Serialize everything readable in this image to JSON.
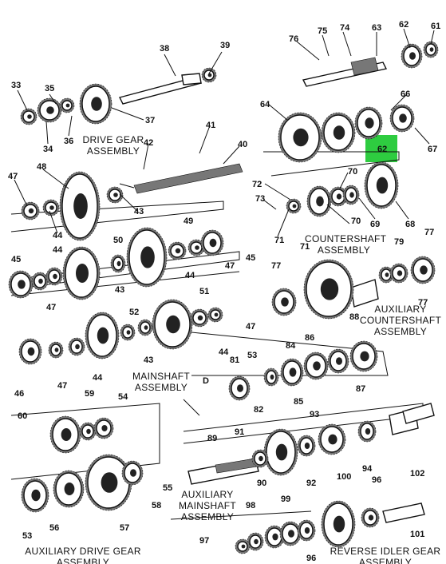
{
  "diagram": {
    "highlight_color": "#2ecc40",
    "callouts": {
      "n33a": "33",
      "n35": "35",
      "n34": "34",
      "n36": "36",
      "n37": "37",
      "n38": "38",
      "n39": "39",
      "n76": "76",
      "n75": "75",
      "n74": "74",
      "n63": "63",
      "n62a": "62",
      "n61": "61",
      "n64": "64",
      "n66": "66",
      "n62b": "62",
      "n67": "67",
      "n41": "41",
      "n42": "42",
      "n40": "40",
      "n47a": "47",
      "n48": "48",
      "n44a": "44",
      "n43a": "43",
      "n72": "72",
      "n70a": "70",
      "n73": "73",
      "n70b": "70",
      "n69": "69",
      "n68": "68",
      "n71a": "71",
      "n49": "49",
      "n50": "50",
      "n44b": "44",
      "n47b": "47",
      "n45a": "45",
      "n45b": "45",
      "n44c": "44",
      "n43b": "43",
      "n47c": "47",
      "n77a": "77",
      "n71b": "71",
      "n79": "79",
      "n77b": "77",
      "n77c": "77",
      "n51": "51",
      "n52": "52",
      "n88": "88",
      "n47d": "47",
      "n43c": "43",
      "n44d": "44",
      "n47e": "47",
      "n46": "46",
      "n44e": "44",
      "n81": "81",
      "n53": "53",
      "n84": "84",
      "n86": "86",
      "n87": "87",
      "n85": "85",
      "n82": "82",
      "nD": "D",
      "n59": "59",
      "n54": "54",
      "n60": "60",
      "n93": "93",
      "n89": "89",
      "n91": "91",
      "n94": "94",
      "n90": "90",
      "n92": "92",
      "n55": "55",
      "n58": "58",
      "n53b": "53",
      "n56": "56",
      "n57": "57",
      "n100": "100",
      "n96a": "96",
      "n102": "102",
      "n98": "98",
      "n99": "99",
      "n101": "101",
      "n97": "97",
      "n96b": "96"
    },
    "assembly_labels": {
      "drive_gear": "DRIVE GEAR\nASSEMBLY",
      "countershaft": "COUNTERSHAFT\nASSEMBLY",
      "aux_countershaft": "AUXILIARY\nCOUNTERSHAFT\nASSEMBLY",
      "mainshaft": "MAINSHAFT\nASSEMBLY",
      "aux_mainshaft": "AUXILIARY\nMAINSHAFT\nASSEMBLY",
      "aux_drive_gear": "AUXILIARY DRIVE GEAR\nASSEMBLY",
      "reverse_idler": "REVERSE IDLER GEAR\nASSEMBLY"
    }
  }
}
